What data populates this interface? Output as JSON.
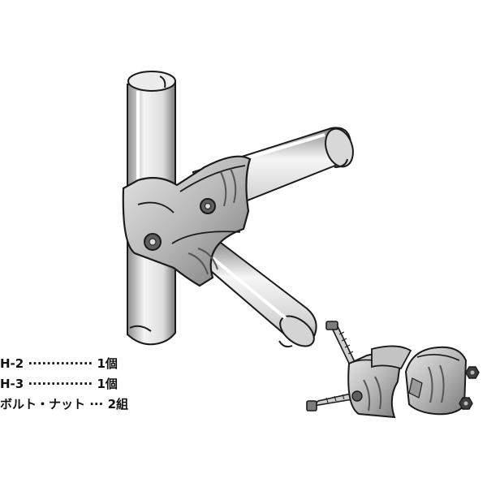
{
  "parts_list": [
    {
      "part": "H-2",
      "leader": " ·············· ",
      "qty": "1個"
    },
    {
      "part": "H-3",
      "leader": " ·············· ",
      "qty": "1個"
    },
    {
      "part": "ボルト・ナット",
      "leader": " ··· ",
      "qty": "2組"
    }
  ],
  "colors": {
    "line": "#1a1a1a",
    "pipe_light": "#f2f2f2",
    "pipe_shade": "#9a9a9a",
    "joint": "#c8c8c8",
    "joint_dark": "#6e6e6e"
  }
}
